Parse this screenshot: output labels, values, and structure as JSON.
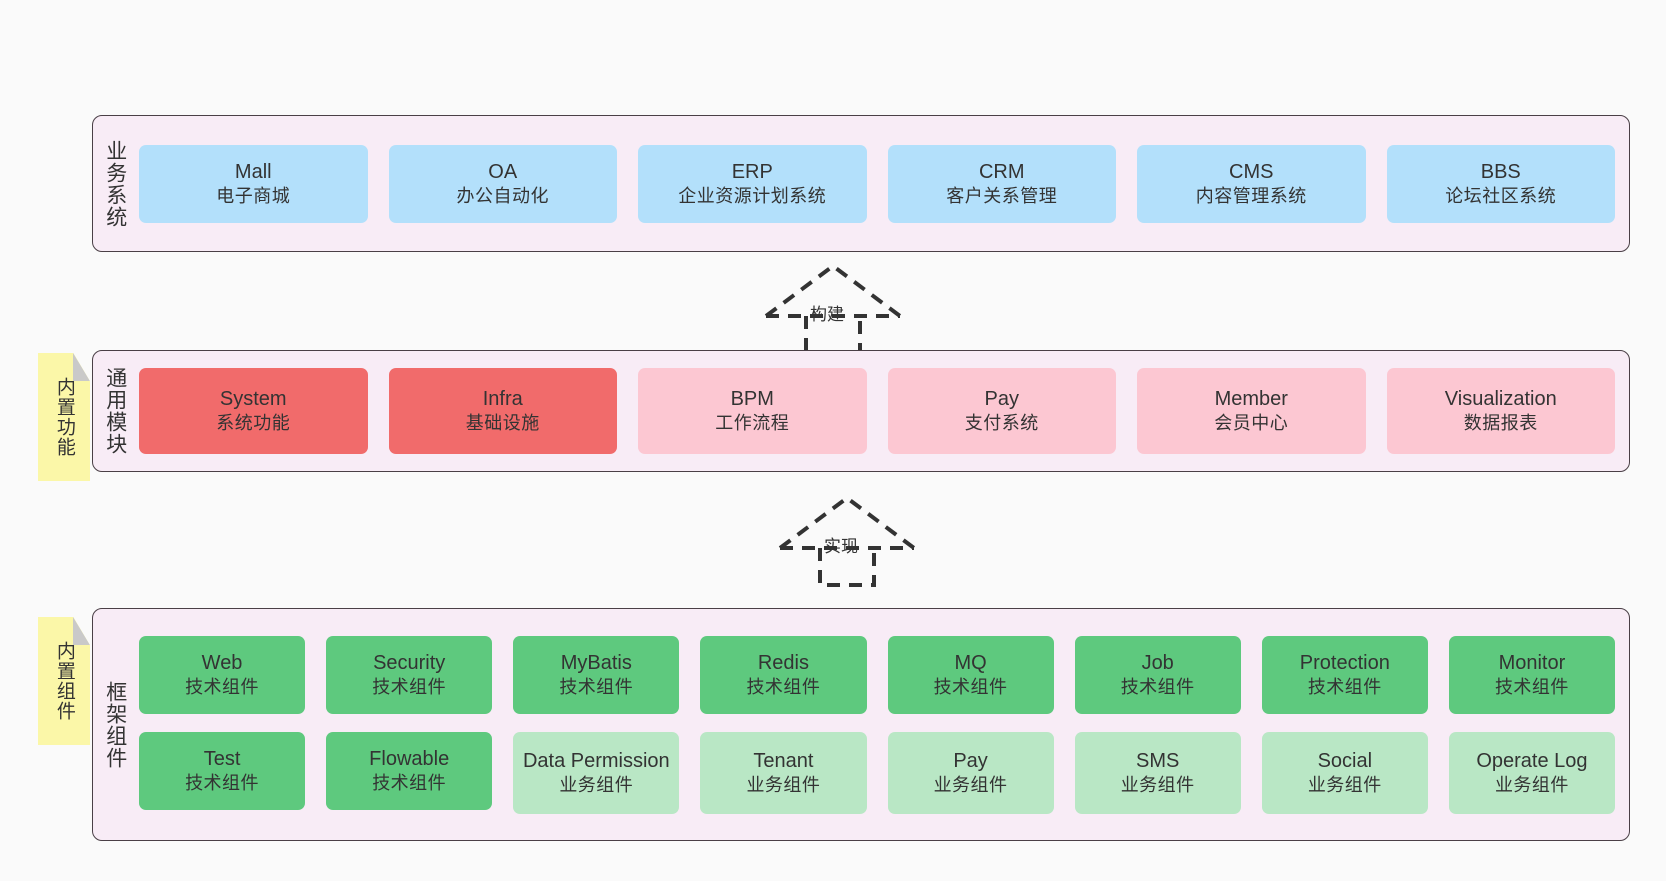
{
  "diagram": {
    "title": "业务系统 / 通用模块 / 框架组件 架构图",
    "background": "#fafafa",
    "colors": {
      "panel_fill": "#f8ecf6",
      "panel_border": "#4a3f46",
      "blue": "#b3e0fb",
      "red": "#f16b6b",
      "pink": "#fcc7d2",
      "green": "#5ec97e",
      "light_green": "#b9e7c5",
      "note_yellow": "#fbf7a8",
      "note_fold": "#c9c9c9",
      "text": "#333333"
    }
  },
  "layers": [
    {
      "id": "business",
      "label": "业务系统",
      "note": null,
      "rows": [
        {
          "style": "blue",
          "nodes": [
            {
              "en": "Mall",
              "cn": "电子商城"
            },
            {
              "en": "OA",
              "cn": "办公自动化"
            },
            {
              "en": "ERP",
              "cn": "企业资源计划系统"
            },
            {
              "en": "CRM",
              "cn": "客户关系管理"
            },
            {
              "en": "CMS",
              "cn": "内容管理系统"
            },
            {
              "en": "BBS",
              "cn": "论坛社区系统"
            }
          ]
        }
      ]
    },
    {
      "id": "common",
      "label": "通用模块",
      "note": "内置功能",
      "rows": [
        {
          "style": "mixed",
          "nodes": [
            {
              "en": "System",
              "cn": "系统功能",
              "style": "red"
            },
            {
              "en": "Infra",
              "cn": "基础设施",
              "style": "red"
            },
            {
              "en": "BPM",
              "cn": "工作流程",
              "style": "pink"
            },
            {
              "en": "Pay",
              "cn": "支付系统",
              "style": "pink"
            },
            {
              "en": "Member",
              "cn": "会员中心",
              "style": "pink"
            },
            {
              "en": "Visualization",
              "cn": "数据报表",
              "style": "pink"
            }
          ]
        }
      ]
    },
    {
      "id": "framework",
      "label": "框架组件",
      "note": "内置组件",
      "rows": [
        {
          "style": "green",
          "nodes": [
            {
              "en": "Web",
              "cn": "技术组件",
              "style": "green"
            },
            {
              "en": "Security",
              "cn": "技术组件",
              "style": "green"
            },
            {
              "en": "MyBatis",
              "cn": "技术组件",
              "style": "green"
            },
            {
              "en": "Redis",
              "cn": "技术组件",
              "style": "green"
            },
            {
              "en": "MQ",
              "cn": "技术组件",
              "style": "green"
            },
            {
              "en": "Job",
              "cn": "技术组件",
              "style": "green"
            },
            {
              "en": "Protection",
              "cn": "技术组件",
              "style": "green"
            },
            {
              "en": "Monitor",
              "cn": "技术组件",
              "style": "green"
            }
          ]
        },
        {
          "style": "mixed",
          "nodes": [
            {
              "en": "Test",
              "cn": "技术组件",
              "style": "green"
            },
            {
              "en": "Flowable",
              "cn": "技术组件",
              "style": "green"
            },
            {
              "en": "Data Permission",
              "cn": "业务组件",
              "style": "lightgreen"
            },
            {
              "en": "Tenant",
              "cn": "业务组件",
              "style": "lightgreen"
            },
            {
              "en": "Pay",
              "cn": "业务组件",
              "style": "lightgreen"
            },
            {
              "en": "SMS",
              "cn": "业务组件",
              "style": "lightgreen"
            },
            {
              "en": "Social",
              "cn": "业务组件",
              "style": "lightgreen"
            },
            {
              "en": "Operate Log",
              "cn": "业务组件",
              "style": "lightgreen"
            }
          ]
        }
      ]
    }
  ],
  "connectors": [
    {
      "id": "build",
      "label": "构建",
      "from": "common",
      "to": "business"
    },
    {
      "id": "implement",
      "label": "实现",
      "from": "framework",
      "to": "common"
    }
  ]
}
